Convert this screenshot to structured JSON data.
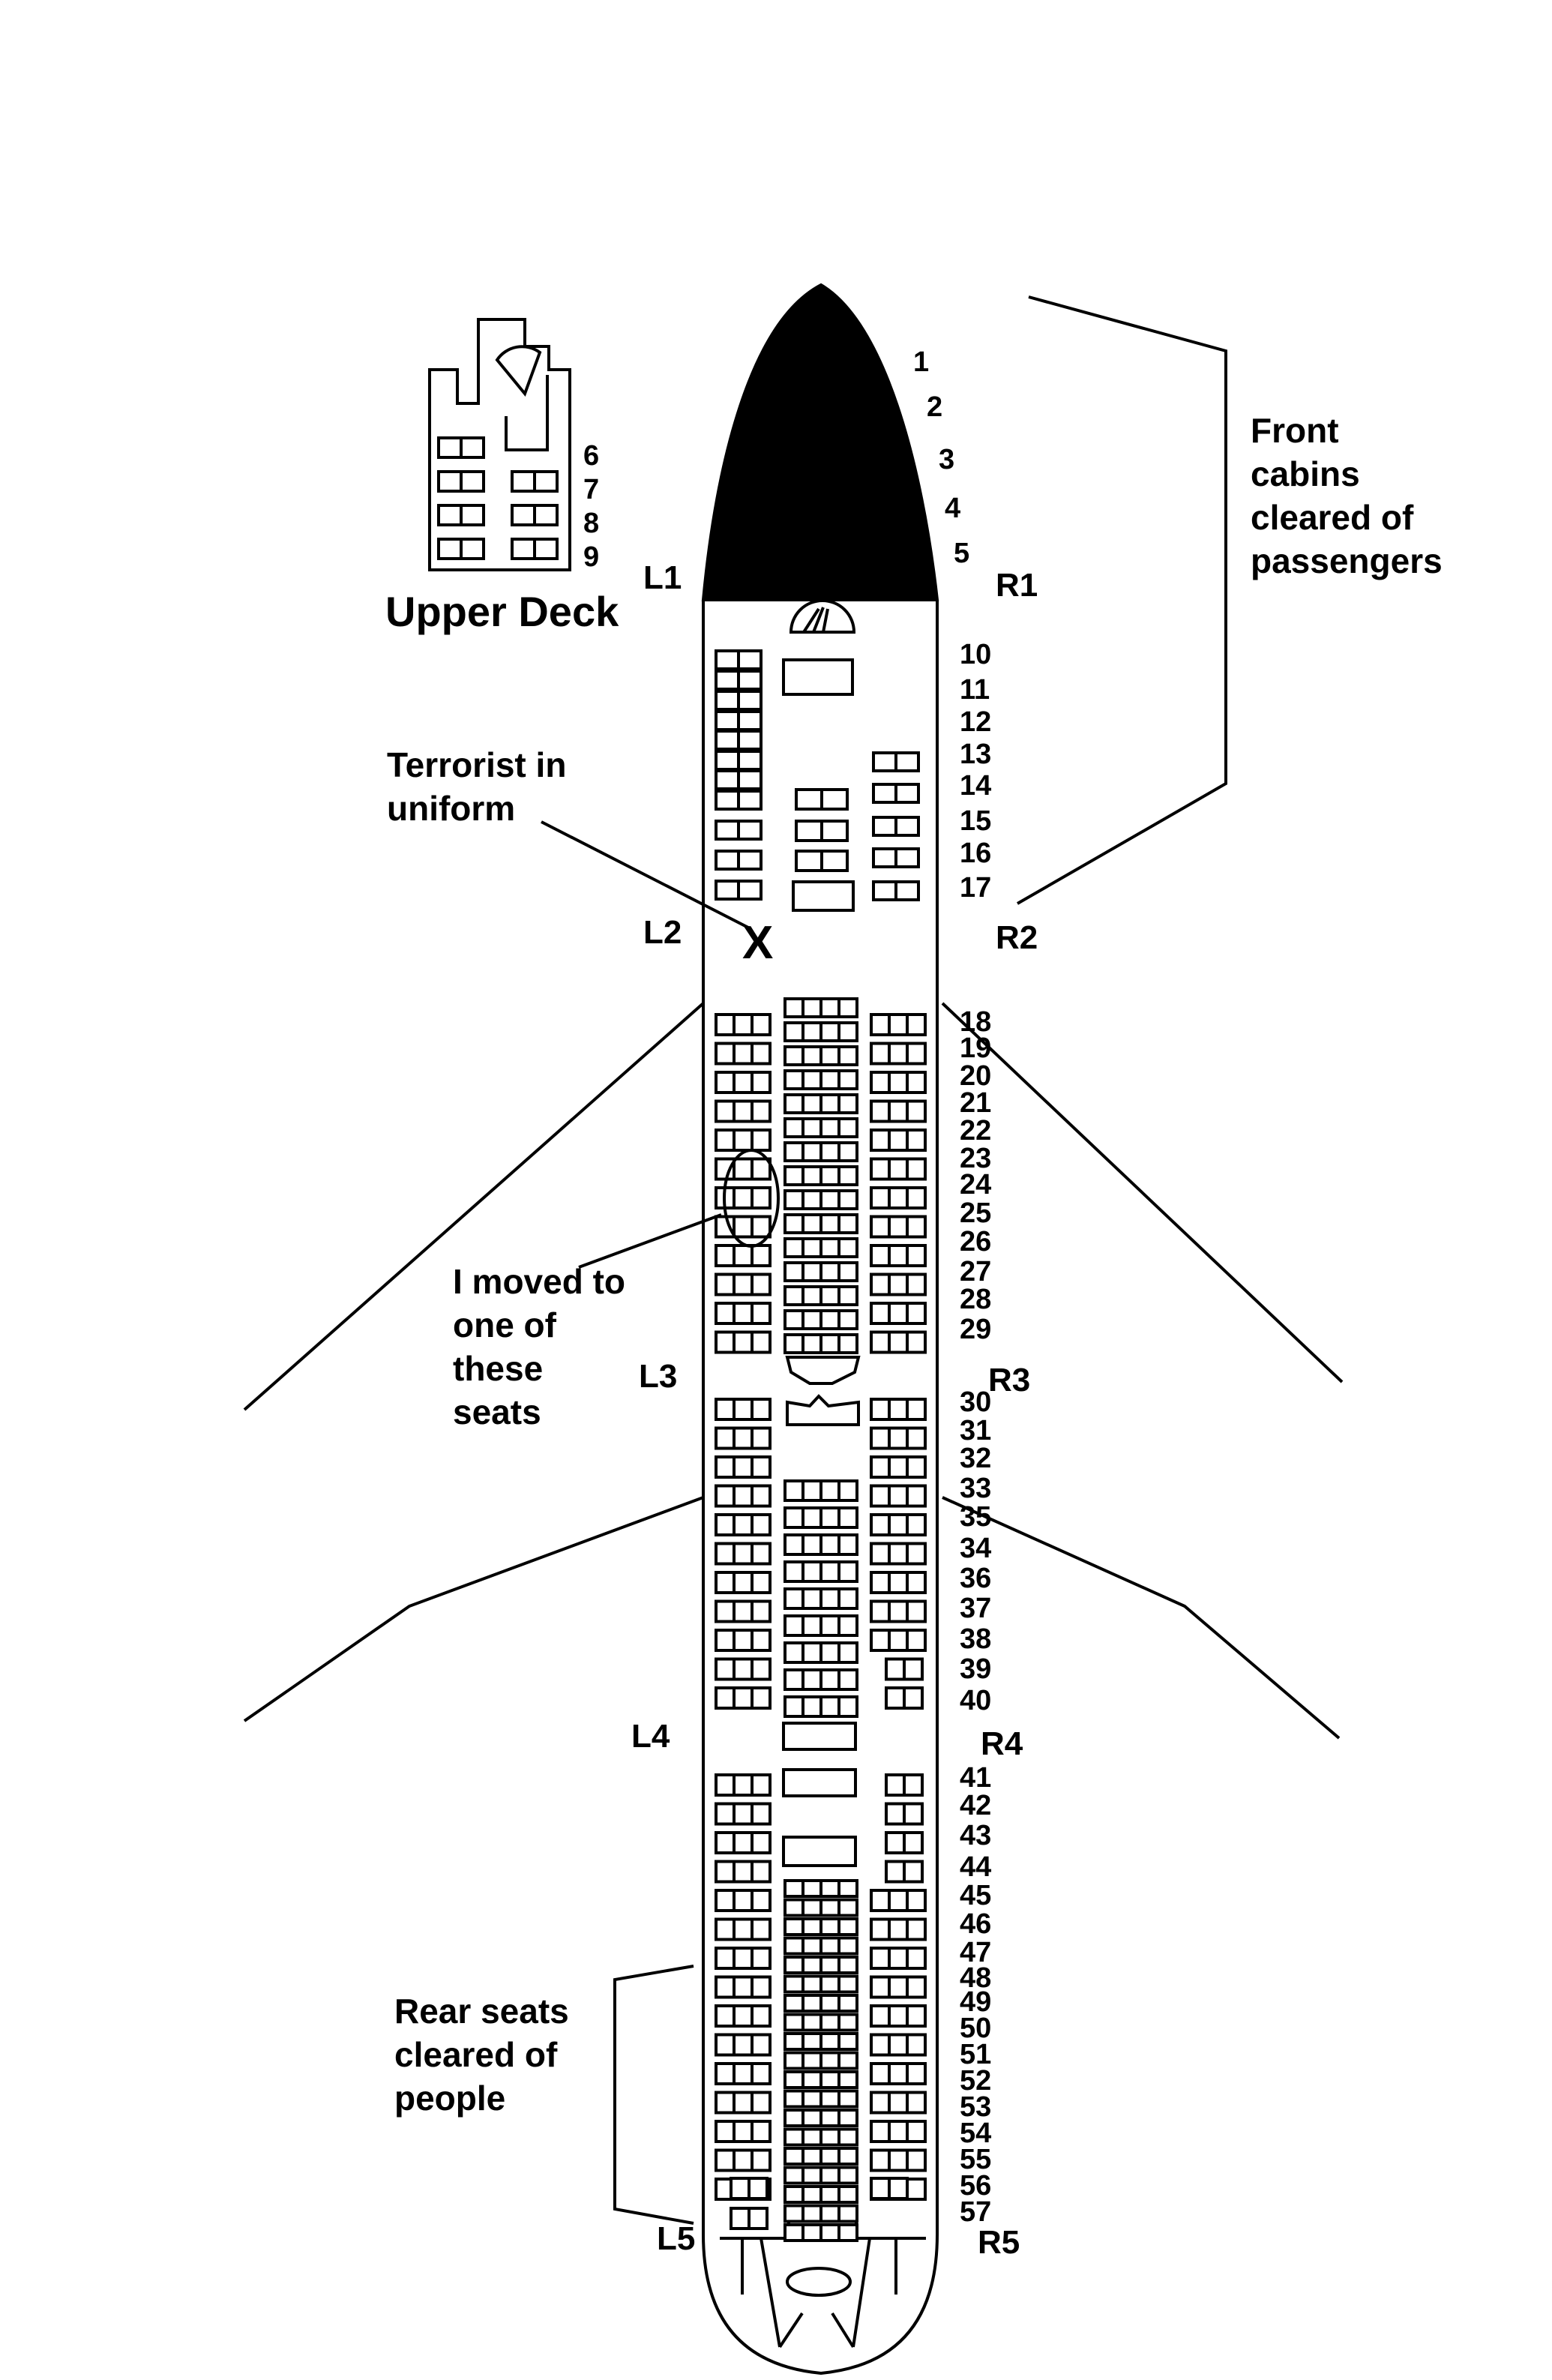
{
  "upper_deck": {
    "title": "Upper Deck",
    "rows": [
      "6",
      "7",
      "8",
      "9"
    ]
  },
  "doors": {
    "left": [
      "L1",
      "L2",
      "L3",
      "L4",
      "L5"
    ],
    "right": [
      "R1",
      "R2",
      "R3",
      "R4",
      "R5"
    ]
  },
  "row_labels": [
    "1",
    "2",
    "3",
    "4",
    "5",
    "10",
    "11",
    "12",
    "13",
    "14",
    "15",
    "16",
    "17",
    "18",
    "19",
    "20",
    "21",
    "22",
    "23",
    "24",
    "25",
    "26",
    "27",
    "28",
    "29",
    "30",
    "31",
    "32",
    "33",
    "35",
    "34",
    "36",
    "37",
    "38",
    "39",
    "40",
    "41",
    "42",
    "43",
    "44",
    "45",
    "46",
    "47",
    "48",
    "49",
    "50",
    "51",
    "52",
    "53",
    "54",
    "55",
    "56",
    "57"
  ],
  "annotations": {
    "front_cabins": [
      "Front",
      "cabins",
      "cleared of",
      "passengers"
    ],
    "terrorist": [
      "Terrorist in",
      "uniform"
    ],
    "terrorist_mark": "X",
    "moved": [
      "I moved to",
      "one of",
      "these",
      "seats"
    ],
    "rear": [
      "Rear seats",
      "cleared of",
      "people"
    ]
  },
  "colors": {
    "ink": "#000000",
    "paper": "#ffffff"
  }
}
